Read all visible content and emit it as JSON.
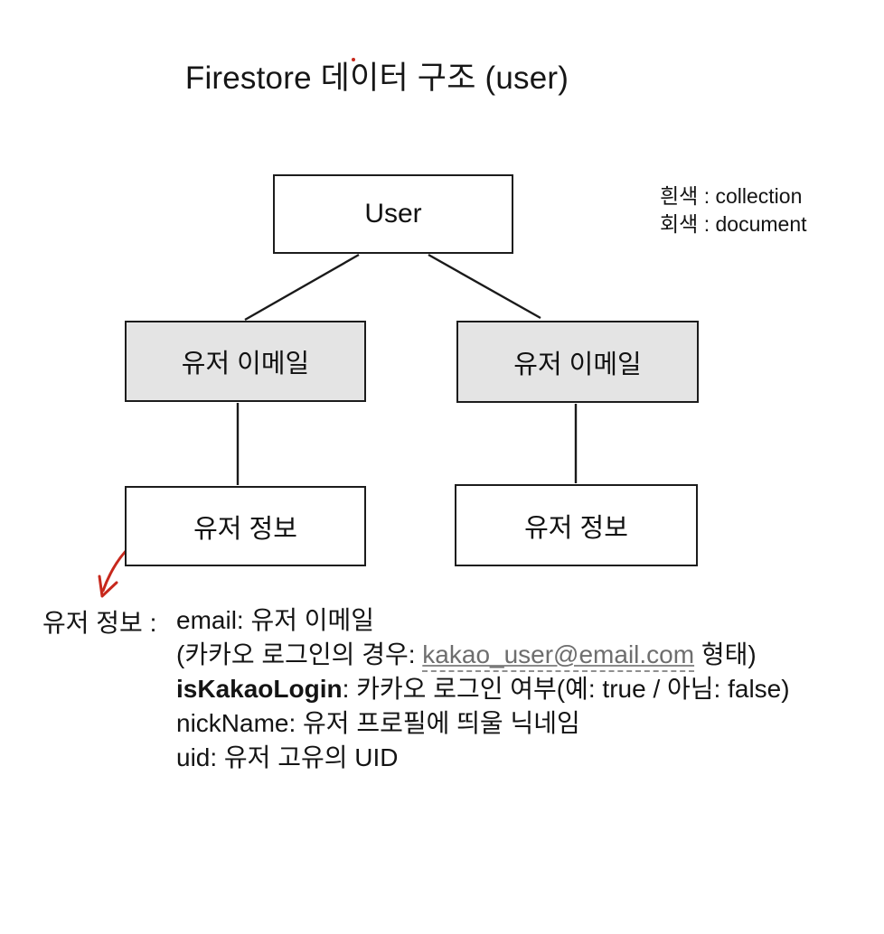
{
  "title": "Firestore 데이터 구조 (user)",
  "legend": {
    "white_label": "흰색 : collection",
    "gray_label": "회색 : document"
  },
  "diagram": {
    "nodes": [
      {
        "label": "User",
        "kind": "white"
      },
      {
        "label": "유저 이메일",
        "kind": "gray"
      },
      {
        "label": "유저 이메일",
        "kind": "gray"
      },
      {
        "label": "유저 정보",
        "kind": "white"
      },
      {
        "label": "유저 정보",
        "kind": "white"
      }
    ]
  },
  "annotation": {
    "pointer_label": "유저 정보 :",
    "line1": "email: 유저 이메일",
    "line2_prefix": "(카카오 로그인의 경우: ",
    "line2_email": "kakao_user@email.com",
    "line2_suffix": " 형태)",
    "line3_field": "isKakaoLogin",
    "line3_rest": ": 카카오 로그인 여부(예: true / 아님: false)",
    "line4": "nickName: 유저 프로필에 띄울 닉네임",
    "line5": "uid: 유저 고유의 UID"
  },
  "colors": {
    "box_gray_fill": "#e4e4e4",
    "box_border": "#1c1c1c",
    "connector_black": "#1a1a1a",
    "arrow_red": "#c7281c",
    "email_text_gray": "#6e6e6e"
  }
}
